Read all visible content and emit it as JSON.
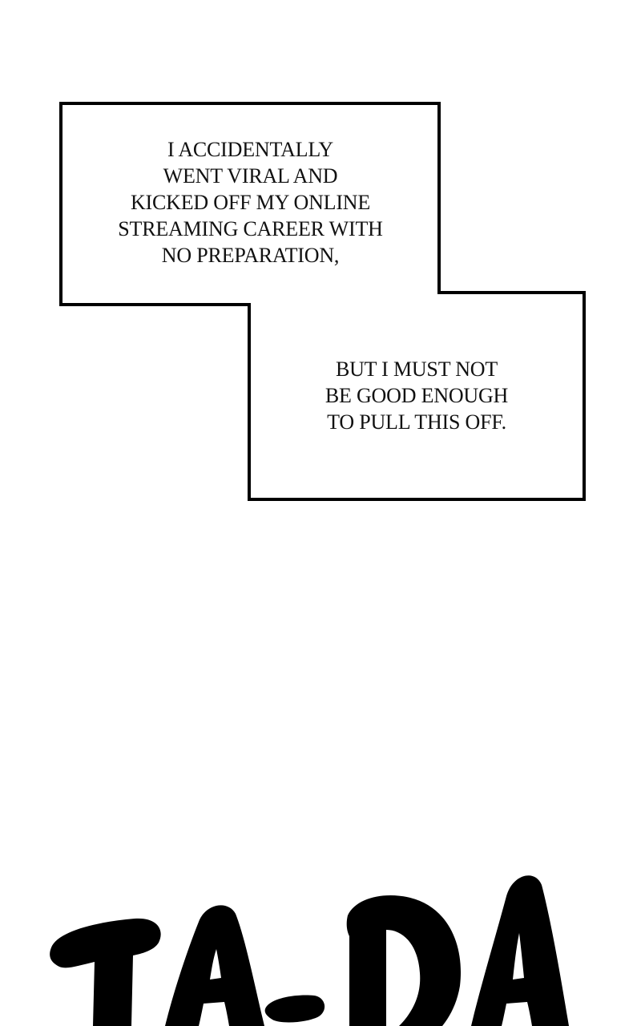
{
  "narration": {
    "box1": {
      "lines": [
        "I ACCIDENTALLY",
        "WENT VIRAL AND",
        "KICKED OFF MY ONLINE",
        "STREAMING CAREER WITH",
        "NO PREPARATION,"
      ]
    },
    "box2": {
      "lines": [
        "BUT I MUST NOT",
        "BE GOOD ENOUGH",
        "TO PULL THIS OFF."
      ]
    }
  },
  "sound_effect": {
    "text": "TA-DA",
    "color": "#000000"
  },
  "colors": {
    "background": "#ffffff",
    "ink": "#111111"
  }
}
